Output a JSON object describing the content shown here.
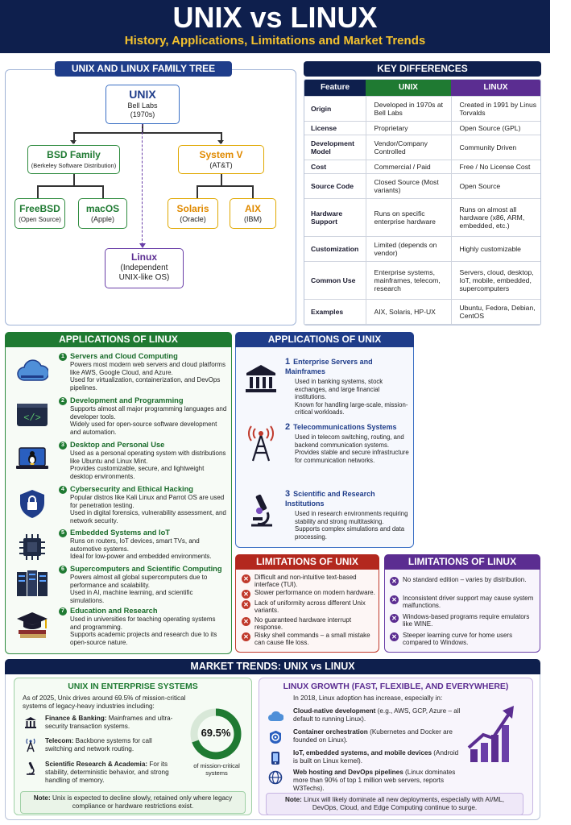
{
  "header": {
    "title": "UNIX vs LINUX",
    "subtitle": "History, Applications, Limitations and Market Trends"
  },
  "tree": {
    "title": "UNIX AND LINUX FAMILY TREE",
    "unix": {
      "name": "UNIX",
      "line1": "Bell Labs",
      "line2": "(1970s)"
    },
    "bsd": {
      "name": "BSD Family",
      "sub": "(Berkeley Software Distribution)"
    },
    "sysv": {
      "name": "System V",
      "sub": "(AT&T)"
    },
    "freebsd": {
      "name": "FreeBSD",
      "sub": "(Open Source)"
    },
    "macos": {
      "name": "macOS",
      "sub": "(Apple)"
    },
    "solaris": {
      "name": "Solaris",
      "sub": "(Oracle)"
    },
    "aix": {
      "name": "AIX",
      "sub": "(IBM)"
    },
    "linux": {
      "name": "Linux",
      "line1": "(Independent",
      "line2": "UNIX-like OS)"
    }
  },
  "diff": {
    "title": "KEY DIFFERENCES",
    "h_feature": "Feature",
    "h_unix": "UNIX",
    "h_linux": "LINUX",
    "rows": [
      {
        "f": "Origin",
        "u": "Developed in 1970s at Bell Labs",
        "l": "Created in 1991 by Linus Torvalds"
      },
      {
        "f": "License",
        "u": "Proprietary",
        "l": "Open Source (GPL)"
      },
      {
        "f": "Development Model",
        "u": "Vendor/Company Controlled",
        "l": "Community Driven"
      },
      {
        "f": "Cost",
        "u": "Commercial / Paid",
        "l": "Free / No License Cost"
      },
      {
        "f": "Source Code",
        "u": "Closed Source (Most variants)",
        "l": "Open Source"
      },
      {
        "f": "Hardware Support",
        "u": "Runs on specific enterprise hardware",
        "l": "Runs on almost all hardware (x86, ARM, embedded, etc.)"
      },
      {
        "f": "Customization",
        "u": "Limited (depends on vendor)",
        "l": "Highly customizable"
      },
      {
        "f": "Common Use",
        "u": "Enterprise systems, mainframes, telecom, research",
        "l": "Servers, cloud, desktop, IoT, mobile, embedded, supercomputers"
      },
      {
        "f": "Examples",
        "u": "AIX, Solaris, HP-UX",
        "l": "Ubuntu, Fedora, Debian, CentOS"
      }
    ]
  },
  "applinux": {
    "title": "APPLICATIONS OF LINUX",
    "items": [
      {
        "n": "1",
        "h": "Servers and Cloud Computing",
        "t": "Powers most modern web servers and cloud platforms like AWS, Google Cloud, and Azure.\nUsed for virtualization, containerization, and DevOps pipelines."
      },
      {
        "n": "2",
        "h": "Development and Programming",
        "t": "Supports almost all major programming languages and developer tools.\nWidely used for open-source software development and automation."
      },
      {
        "n": "3",
        "h": "Desktop and Personal Use",
        "t": "Used as a personal operating system with distributions like Ubuntu and Linux Mint.\nProvides customizable, secure, and lightweight desktop environments."
      },
      {
        "n": "4",
        "h": "Cybersecurity and Ethical Hacking",
        "t": "Popular distros like Kali Linux and Parrot OS are used for penetration testing.\nUsed in digital forensics, vulnerability assessment, and network security."
      },
      {
        "n": "5",
        "h": "Embedded Systems and IoT",
        "t": "Runs on routers, IoT devices, smart TVs, and automotive systems.\nIdeal for low-power and embedded environments."
      },
      {
        "n": "6",
        "h": "Supercomputers and Scientific Computing",
        "t": "Powers almost all global supercomputers due to performance and scalability.\nUsed in AI, machine learning, and scientific simulations."
      },
      {
        "n": "7",
        "h": "Education and Research",
        "t": "Used in universities for teaching operating systems and programming.\nSupports academic projects and research due to its open-source nature."
      }
    ]
  },
  "appunix": {
    "title": "APPLICATIONS OF UNIX",
    "items": [
      {
        "n": "1",
        "h": "Enterprise Servers and Mainframes",
        "t": "Used in banking systems, stock exchanges, and large financial institutions.\nKnown for handling large-scale, mission-critical workloads."
      },
      {
        "n": "2",
        "h": "Telecommunications Systems",
        "t": "Used in telecom switching, routing, and backend communication systems.\nProvides stable and secure infrastructure for communication networks."
      },
      {
        "n": "3",
        "h": "Scientific and Research Institutions",
        "t": "Used in research environments requiring stability and strong multitasking.\nSupports complex simulations and data processing."
      }
    ]
  },
  "limunix": {
    "title": "LIMITATIONS OF UNIX",
    "items": [
      "Difficult and non-intuitive text-based interface (TUI).",
      "Slower performance on modern hardware.",
      "Lack of uniformity across different Unix variants.",
      "No guaranteed hardware interrupt response.",
      "Risky shell commands – a small mistake can cause file loss."
    ]
  },
  "limlinux": {
    "title": "LIMITATIONS OF LINUX",
    "items": [
      "No standard edition – varies by distribution.",
      "Inconsistent driver support may cause system malfunctions.",
      "Windows-based programs require emulators like WINE.",
      "Steeper learning curve for home users compared to Windows."
    ]
  },
  "market": {
    "title": "MARKET TRENDS:  UNIX vs LINUX",
    "unix": {
      "title": "UNIX IN ENTERPRISE SYSTEMS",
      "intro": "As of 2025, Unix drives around 69.5% of mission-critical systems of legacy-heavy industries including:",
      "items": [
        {
          "h": "Finance & Banking:",
          "t": " Mainframes and ultra-security transaction systems."
        },
        {
          "h": "Telecom:",
          "t": " Backbone systems for call switching and network routing."
        },
        {
          "h": "Scientific Research & Academia:",
          "t": " For its stability, deterministic behavior, and strong handling of memory."
        }
      ],
      "donut_value": "69.5%",
      "donut_label": "of mission-critical systems",
      "note_h": "Note:",
      "note": " Unix is expected to decline slowly, retained only where legacy compliance or hardware restrictions exist."
    },
    "linux": {
      "title": "LINUX GROWTH (FAST, FLEXIBLE, AND EVERYWHERE)",
      "intro": "In 2018, Linux adoption has increase, especially in:",
      "items": [
        {
          "h": "Cloud-native development",
          "t": " (e.g., AWS, GCP, Azure – all default to running Linux)."
        },
        {
          "h": "Container orchestration",
          "t": " (Kubernetes and Docker are founded on Linux)."
        },
        {
          "h": "IoT, embedded systems, and mobile devices",
          "t": " (Android is built on Linux kernel)."
        },
        {
          "h": "Web hosting and DevOps pipelines",
          "t": " (Linux dominates more than 90% of top 1 million web servers, reports W3Techs)."
        }
      ],
      "note_h": "Note:",
      "note": " Linux will likely dominate all new deployments, especially with AI/ML, DevOps, Cloud, and Edge Computing continue to surge."
    }
  },
  "colors": {
    "navy": "#0e1f4d",
    "green": "#1f7a32",
    "blue": "#1f3d8a",
    "purple": "#5b2d91",
    "red": "#c0392b",
    "orange": "#e08a00"
  }
}
